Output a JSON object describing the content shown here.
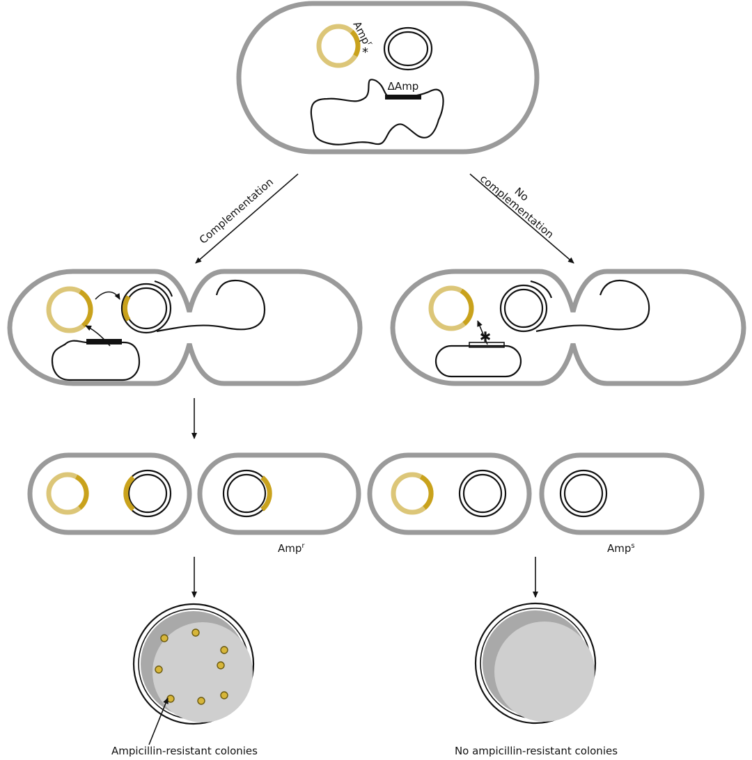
{
  "labels": {
    "ampr_top": "Amp",
    "ampr_top_sup": "r",
    "ampr_star": "*",
    "delta_amp": "ΔAmp",
    "complementation": "Complementation",
    "no_complementation_line1": "No",
    "no_complementation_line2": "complementation",
    "ampr_result": "Amp",
    "ampr_result_sup": "r",
    "amps_result": "Amp",
    "amps_result_sup": "s",
    "left_plate_caption": "Ampicillin-resistant colonies",
    "right_plate_caption": "No ampicillin-resistant colonies"
  },
  "colors": {
    "cell_wall": "#9a9a9a",
    "plasmid_light": "#dcc678",
    "amp_gene_highlight": "#c9a21c",
    "colony": "#d7b63a",
    "plate": "#cfcfcf"
  },
  "plates": {
    "left_colony_count": 8,
    "right_colony_count": 0
  }
}
